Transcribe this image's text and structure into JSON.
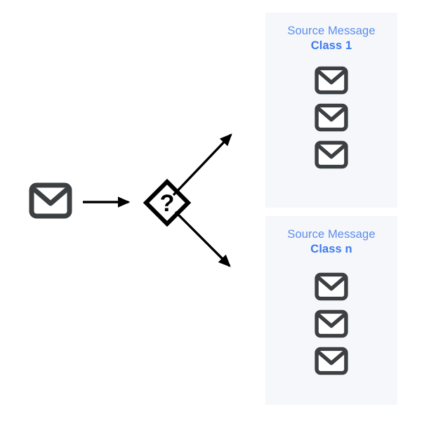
{
  "diagram": {
    "type": "message-classification-flow",
    "background_color": "#ffffff",
    "icon_color": "#3c4043",
    "arrow_color": "#000000",
    "panel_background_color": "#f5f7fa",
    "title_color": "#5b8def",
    "subtitle_color": "#3d7af0",
    "source": {
      "icon": "envelope-icon",
      "label": ""
    },
    "decision": {
      "icon": "diamond-question-node",
      "symbol": "?"
    },
    "arrows": [
      {
        "name": "source-to-decision-arrow",
        "direction": "right"
      },
      {
        "name": "decision-to-class-1-arrow",
        "direction": "up-right"
      },
      {
        "name": "decision-to-class-n-arrow",
        "direction": "down-right"
      }
    ],
    "panels": [
      {
        "id": "class-1",
        "title": "Source Message",
        "subtitle": "Class 1",
        "message_count": 3,
        "message_icon": "envelope-icon"
      },
      {
        "id": "class-n",
        "title": "Source Message",
        "subtitle": "Class n",
        "message_count": 3,
        "message_icon": "envelope-icon"
      }
    ]
  }
}
